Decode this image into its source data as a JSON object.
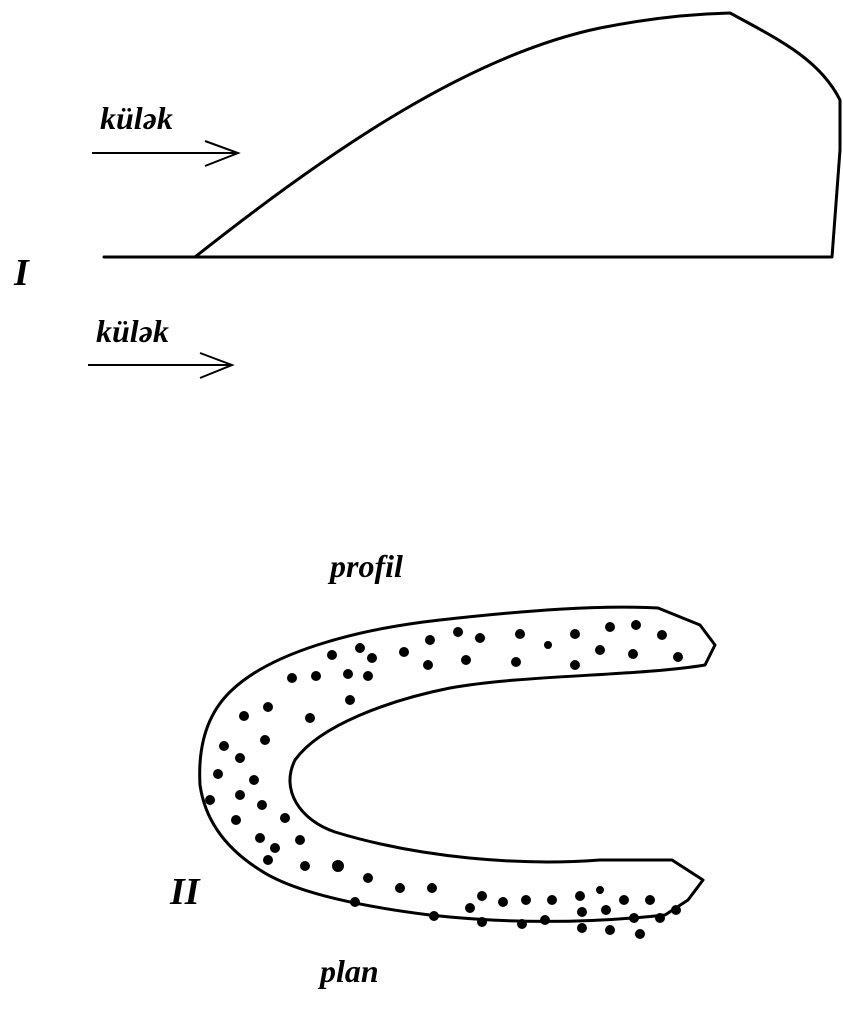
{
  "labels": {
    "wind_top": "külək",
    "wind_bottom": "külək",
    "figure_one": "I",
    "profile": "profil",
    "figure_two": "II",
    "plan": "plan"
  }
}
